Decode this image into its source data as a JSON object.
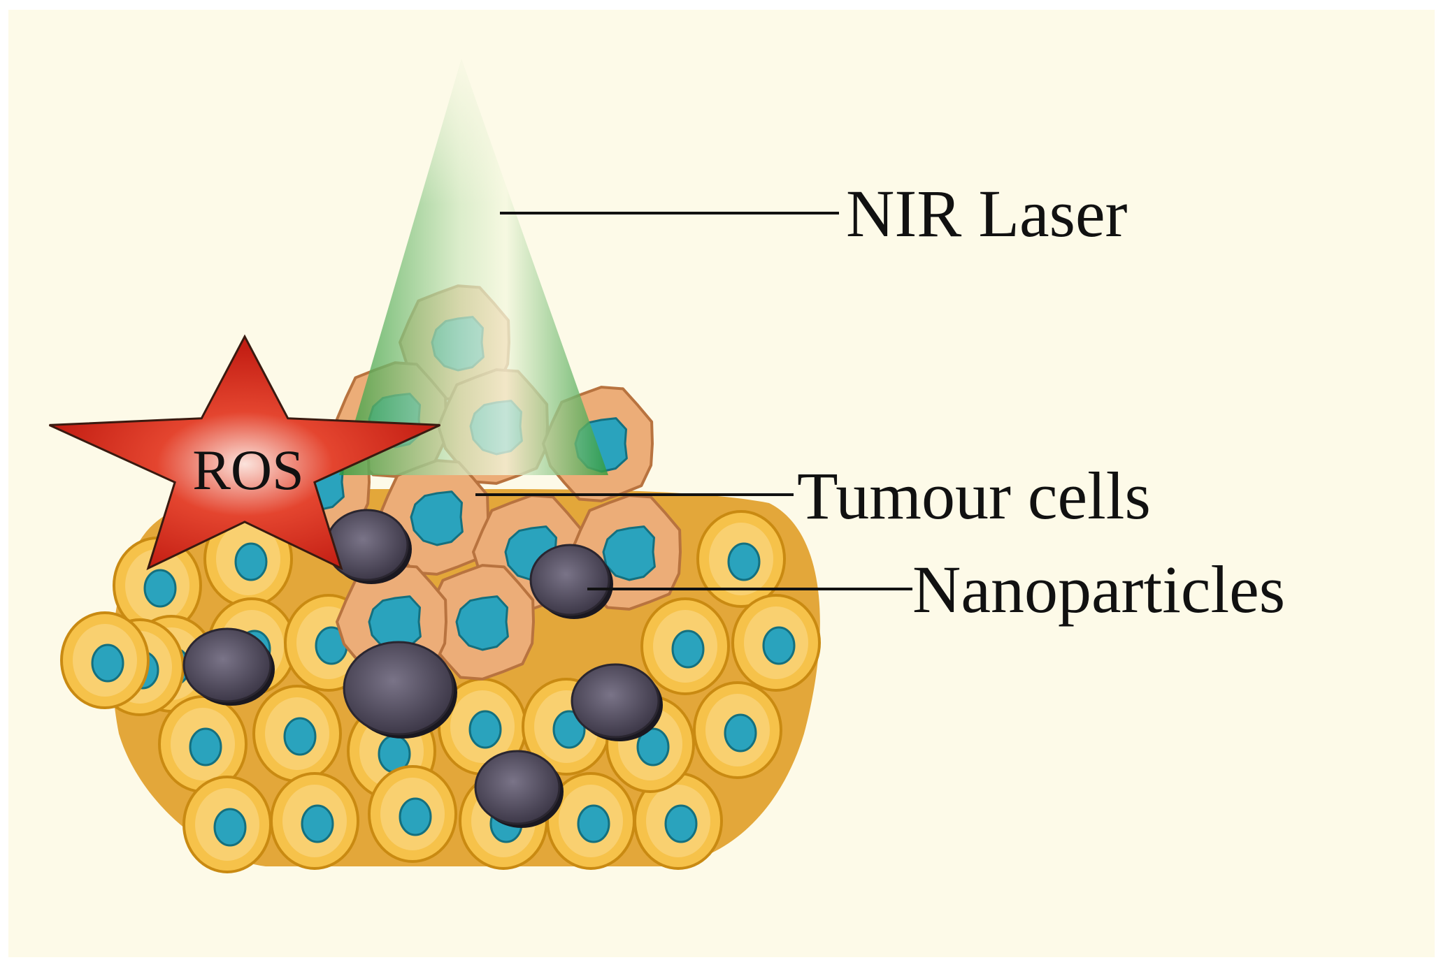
{
  "labels": {
    "laser": "NIR Laser",
    "tumour": "Tumour cells",
    "nano": "Nanoparticles",
    "ros": "ROS"
  },
  "colors": {
    "background": "#fdfae8",
    "healthy_cell_fill": "#f6c24a",
    "healthy_cell_outline": "#c98a12",
    "nucleus": "#2aa3bd",
    "tumour_cell_fill": "#ecad78",
    "tumour_cell_outline": "#b8733f",
    "nanoparticle": "#4c4658",
    "laser": "#33a33f",
    "ros_star": "#d62b1d"
  }
}
